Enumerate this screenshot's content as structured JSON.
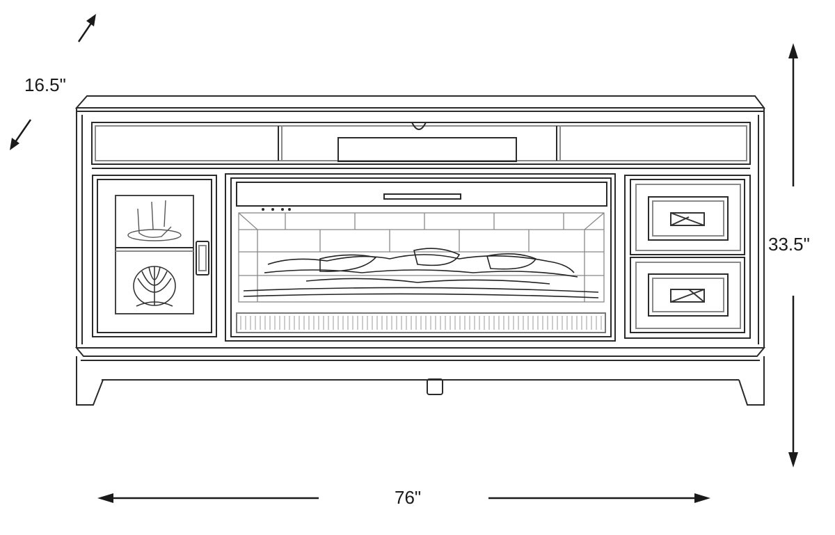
{
  "dimensions": {
    "depth": "16.5\"",
    "height": "33.5\"",
    "width": "76\""
  },
  "colors": {
    "line": "#2a2a2a",
    "light_line": "#777777",
    "background": "#ffffff"
  },
  "icons": [
    "arrow-up-right-icon",
    "arrow-down-left-icon",
    "arrow-up-icon",
    "arrow-down-icon",
    "arrow-left-icon",
    "arrow-right-icon"
  ]
}
